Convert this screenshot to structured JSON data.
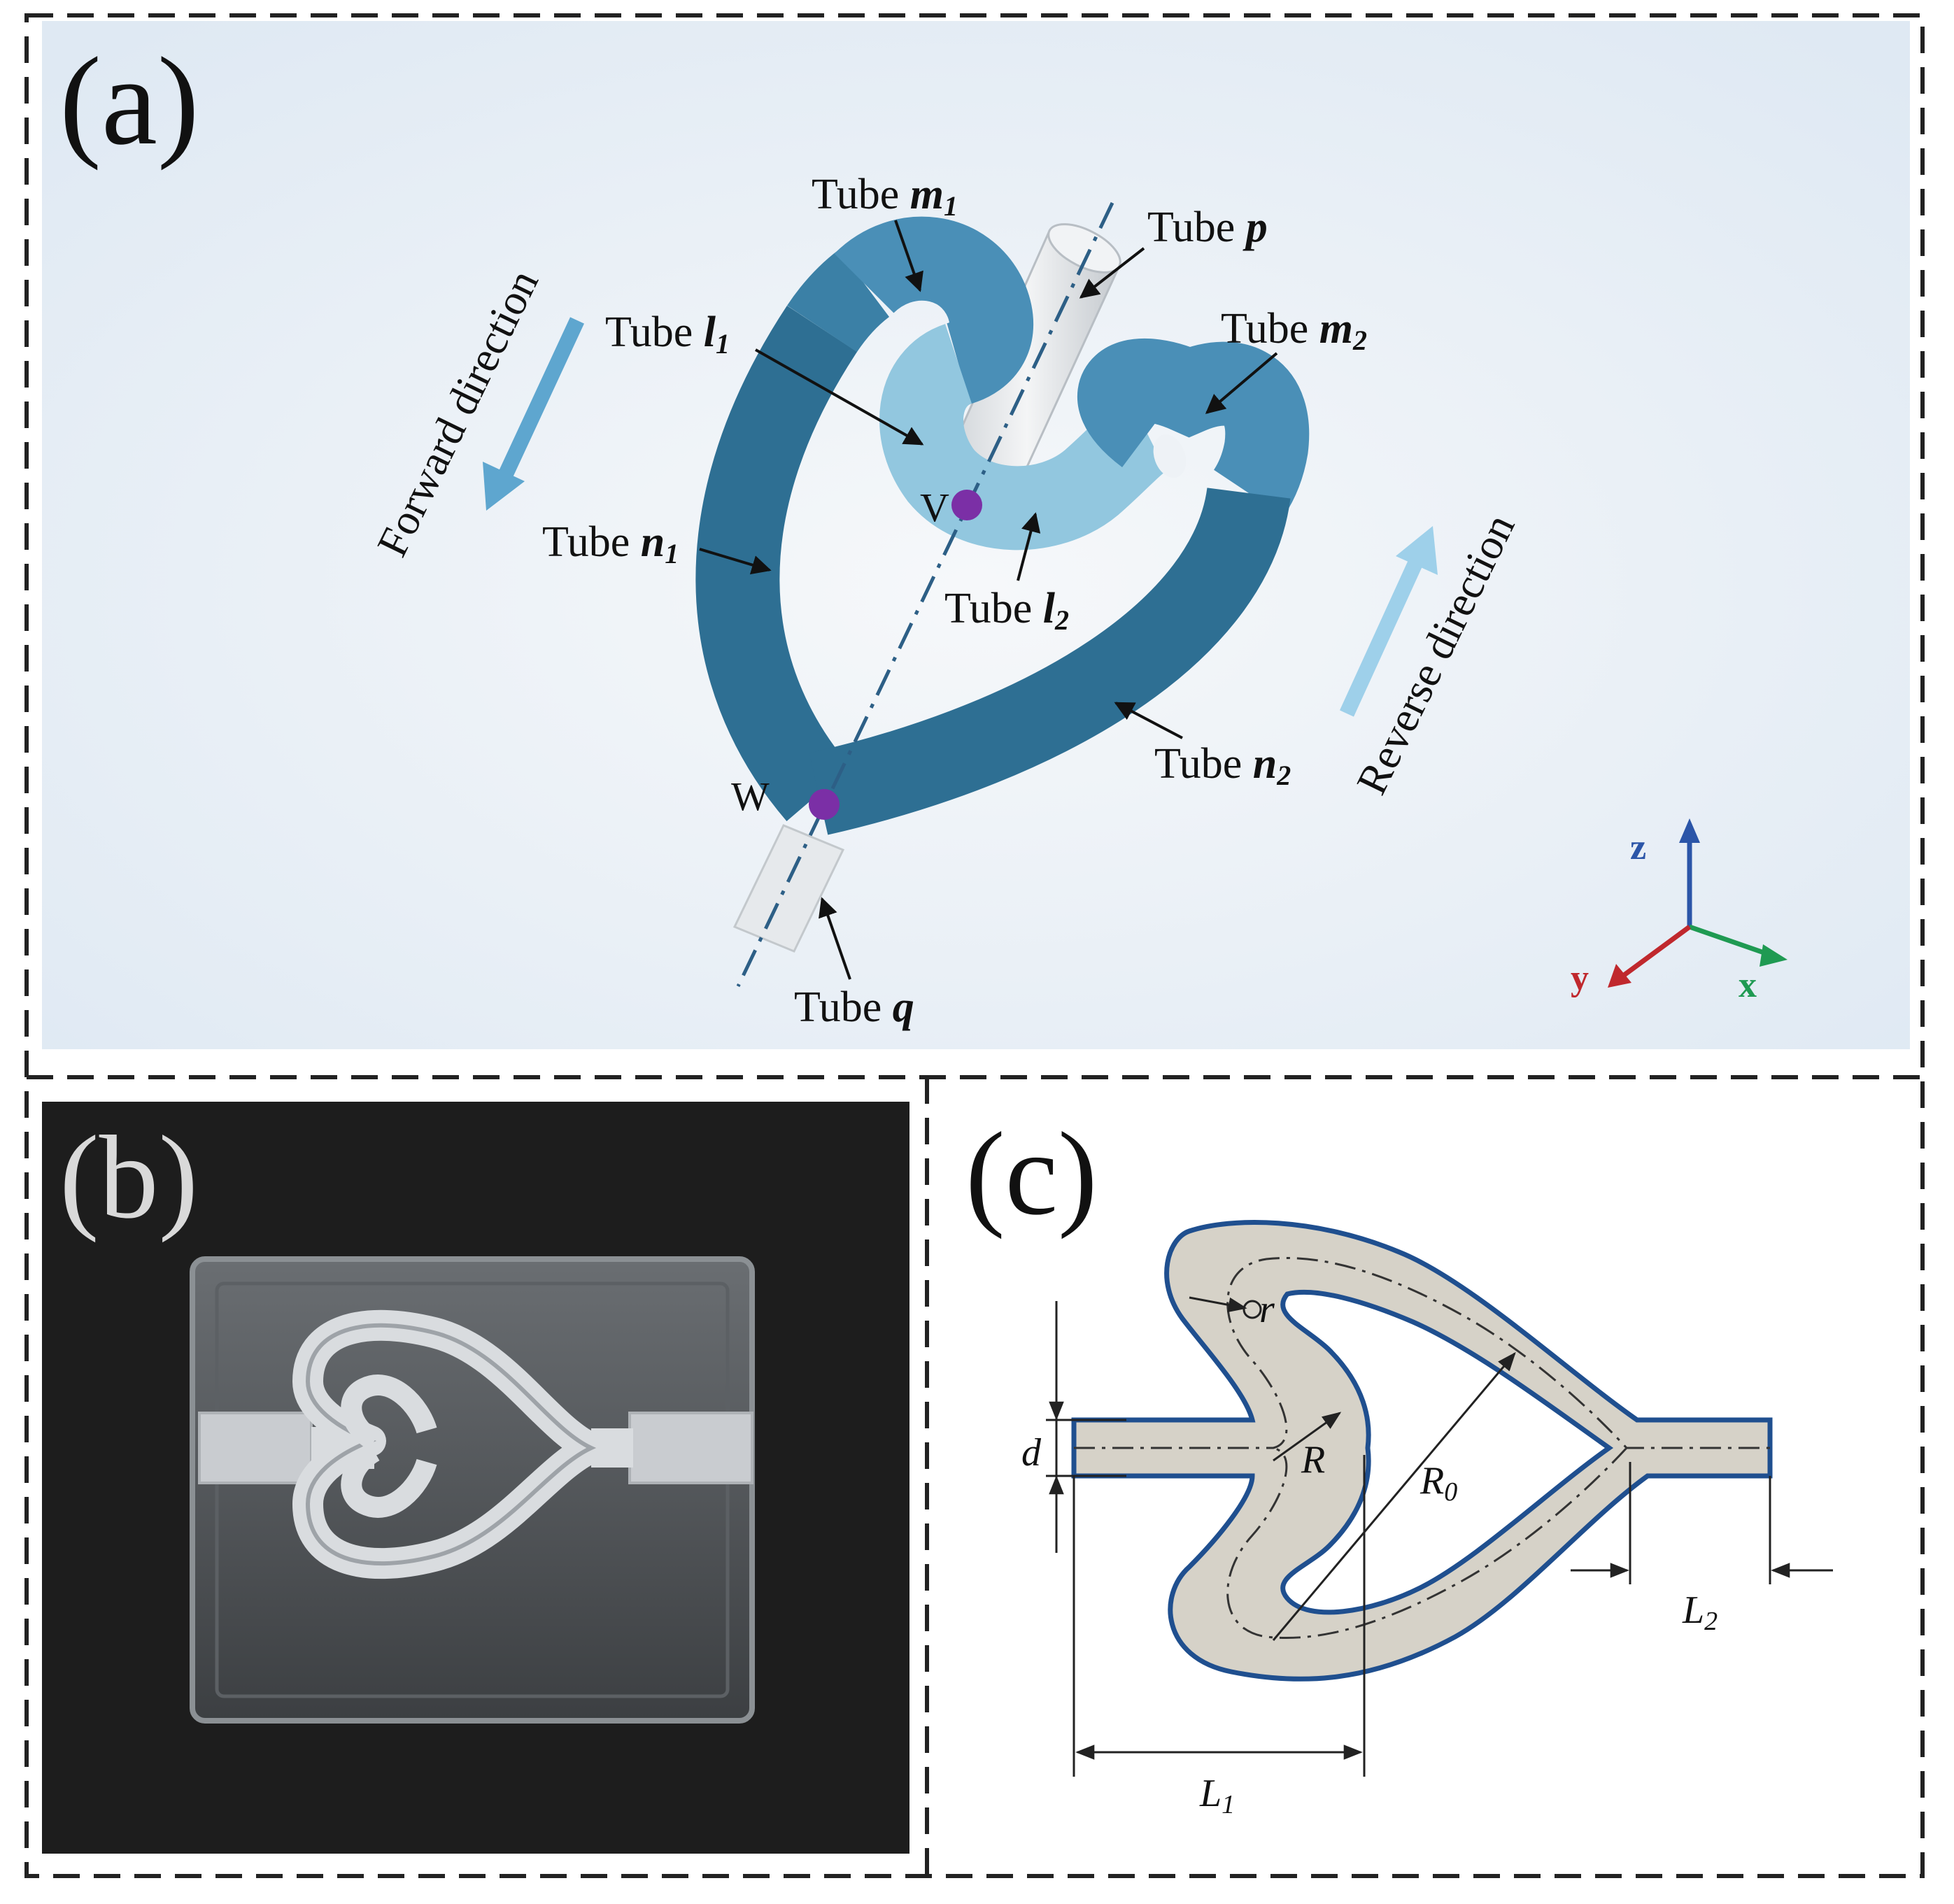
{
  "panels": {
    "a": {
      "letter": "(a)",
      "labels": {
        "m1": {
          "prefix": "Tube ",
          "var": "m",
          "sub": "1"
        },
        "p": {
          "prefix": "Tube ",
          "var": "p",
          "sub": ""
        },
        "l1": {
          "prefix": "Tube ",
          "var": "l",
          "sub": "1"
        },
        "m2": {
          "prefix": "Tube ",
          "var": "m",
          "sub": "2"
        },
        "n1": {
          "prefix": "Tube ",
          "var": "n",
          "sub": "1"
        },
        "l2": {
          "prefix": "Tube ",
          "var": "l",
          "sub": "2"
        },
        "n2": {
          "prefix": "Tube ",
          "var": "n",
          "sub": "2"
        },
        "q": {
          "prefix": "Tube ",
          "var": "q",
          "sub": ""
        }
      },
      "points": {
        "v": "V",
        "w": "W"
      },
      "forward": "Forward direction",
      "reverse": "Reverse direction",
      "axes": {
        "z": "z",
        "y": "y",
        "x": "x"
      },
      "colors": {
        "background": "#e6eef6",
        "tube_dark": "#2e6f93",
        "tube_mid": "#4a8fb7",
        "tube_light": "#92c7df",
        "connector": "#e4e7ea",
        "point": "#7b2fa6",
        "forward_arrow": "#5ea6cf",
        "reverse_arrow": "#9ed0ea",
        "axis_z": "#2b55a8",
        "axis_y": "#c0282d",
        "axis_x": "#1f9a52"
      }
    },
    "b": {
      "letter": "(b)",
      "colors": {
        "background": "#1d1d1d",
        "block": "#4a4d50",
        "channel": "#d9dcdf"
      }
    },
    "c": {
      "letter": "(c)",
      "labels": {
        "r": {
          "var": "r",
          "sub": ""
        },
        "R": {
          "var": "R",
          "sub": ""
        },
        "R0": {
          "var": "R",
          "sub": "0"
        },
        "d": {
          "var": "d",
          "sub": ""
        },
        "L1": {
          "var": "L",
          "sub": "1"
        },
        "L2": {
          "var": "L",
          "sub": "2"
        }
      },
      "colors": {
        "fill": "#d6d2c8",
        "outline": "#1f4f8f",
        "dims": "#222222"
      }
    }
  }
}
